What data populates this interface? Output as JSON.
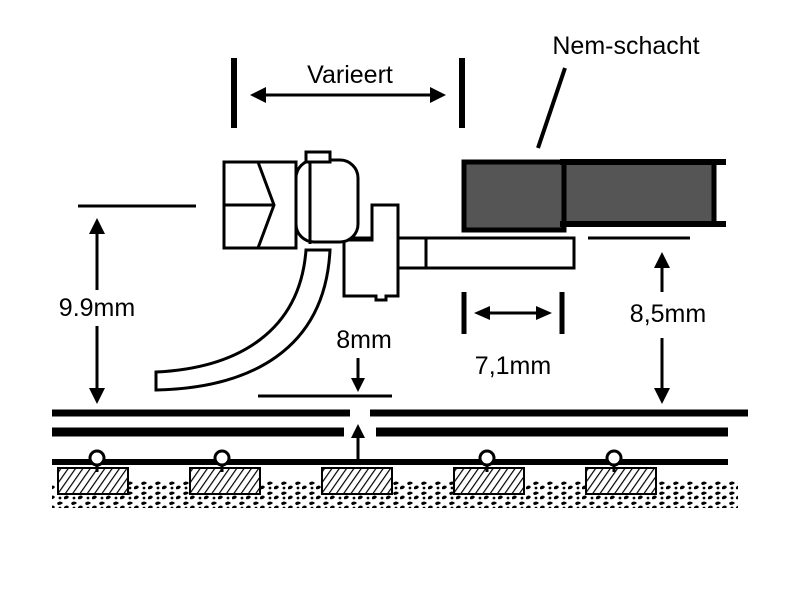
{
  "labels": {
    "variable_distance": "Varieert",
    "nem_pocket": "Nem-schacht",
    "coupler_height": "9.9mm",
    "min_clearance": "8mm",
    "pocket_depth": "7,1mm",
    "pocket_height": "8,5mm"
  },
  "colors": {
    "ink": "#000000",
    "pocket_fill": "#555555",
    "background": "#ffffff"
  }
}
